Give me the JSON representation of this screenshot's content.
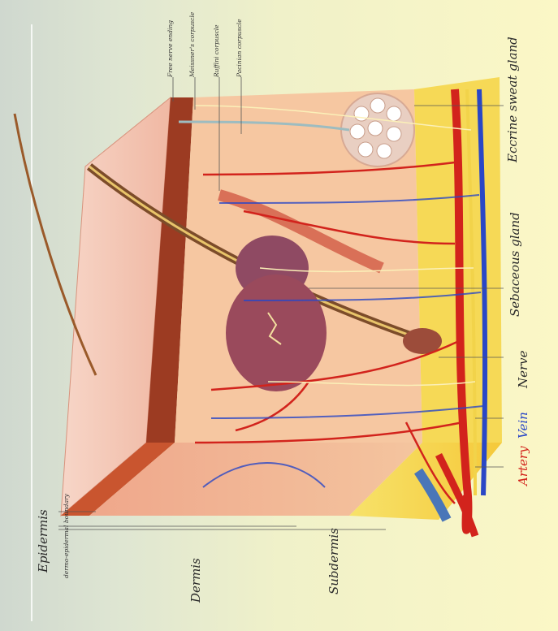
{
  "labels": {
    "epidermis": "Epidermis",
    "dermo_epidermal_boundary": "dermo-epidermal boundary",
    "dermis": "Dermis",
    "subdermis": "Subdermis",
    "artery": "Artery",
    "vein": "Vein",
    "nerve": "Nerve",
    "sebaceous_gland": "Sebaceous gland",
    "eccrine_sweat_gland": "Eccrine sweat gland",
    "free_nerve_ending": "Free nerve ending",
    "meissners_corpuscle": "Meissner's corpuscle",
    "ruffini_corpuscle": "Ruffini corpuscle",
    "pacinian_corpuscle": "Pacinian corpuscle"
  },
  "colors": {
    "artery": "#d2231c",
    "vein": "#2a47c6",
    "nerve": "#f2d34a",
    "fat": "#f3d64a",
    "epidermis": "#f0b7a5",
    "dermis": "#f3b98f",
    "gland": "#8f4a63"
  }
}
